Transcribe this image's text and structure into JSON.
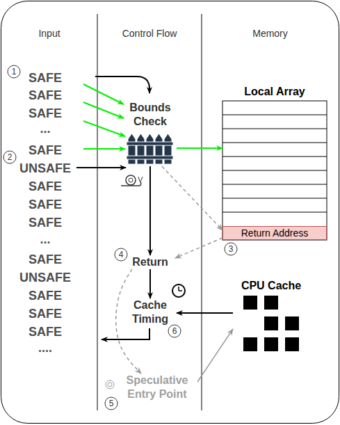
{
  "diagram": {
    "nodes": [
      {
        "text": [
          "Input"
        ]
      },
      {
        "text": [
          "Control Flow"
        ]
      },
      {
        "text": [
          "Memory"
        ]
      },
      {
        "text": [
          "Bounds Check"
        ],
        "in": 1
      },
      {
        "text": [
          "Return"
        ],
        "in": 1
      },
      {
        "text": [
          "Cache Timing"
        ],
        "in": 1
      },
      {
        "text": [
          "Speculative Entry Point"
        ],
        "in": 1
      },
      {
        "text": [
          "Local Array"
        ],
        "in": 2
      },
      {
        "text": [
          "Return Address"
        ],
        "in": 7
      },
      {
        "text": [
          "CPU Cache"
        ],
        "in": 2
      }
    ],
    "edges": [
      {
        "from": 3,
        "to": 7,
        "arrow": "to"
      },
      {
        "from": 3,
        "to": 4,
        "arrow": "to"
      },
      {
        "from": 3,
        "to": 8,
        "arrow": "to"
      },
      {
        "from": 8,
        "to": 4,
        "arrow": "to"
      },
      {
        "from": 4,
        "to": 5,
        "arrow": "to"
      },
      {
        "from": 9,
        "to": 5,
        "arrow": "to"
      },
      {
        "from": 4,
        "to": 6,
        "arrow": "to"
      },
      {
        "from": 6,
        "to": 9,
        "arrow": "to"
      }
    ],
    "labels": [
      "SAFE",
      "SAFE",
      "SAFE",
      "...",
      "SAFE",
      "UNSAFE",
      "SAFE",
      "SAFE",
      "SAFE",
      "...",
      "SAFE",
      "UNSAFE",
      "SAFE",
      "SAFE",
      "SAFE",
      "....",
      "1",
      "2",
      "3",
      "4",
      "5",
      "6"
    ]
  }
}
